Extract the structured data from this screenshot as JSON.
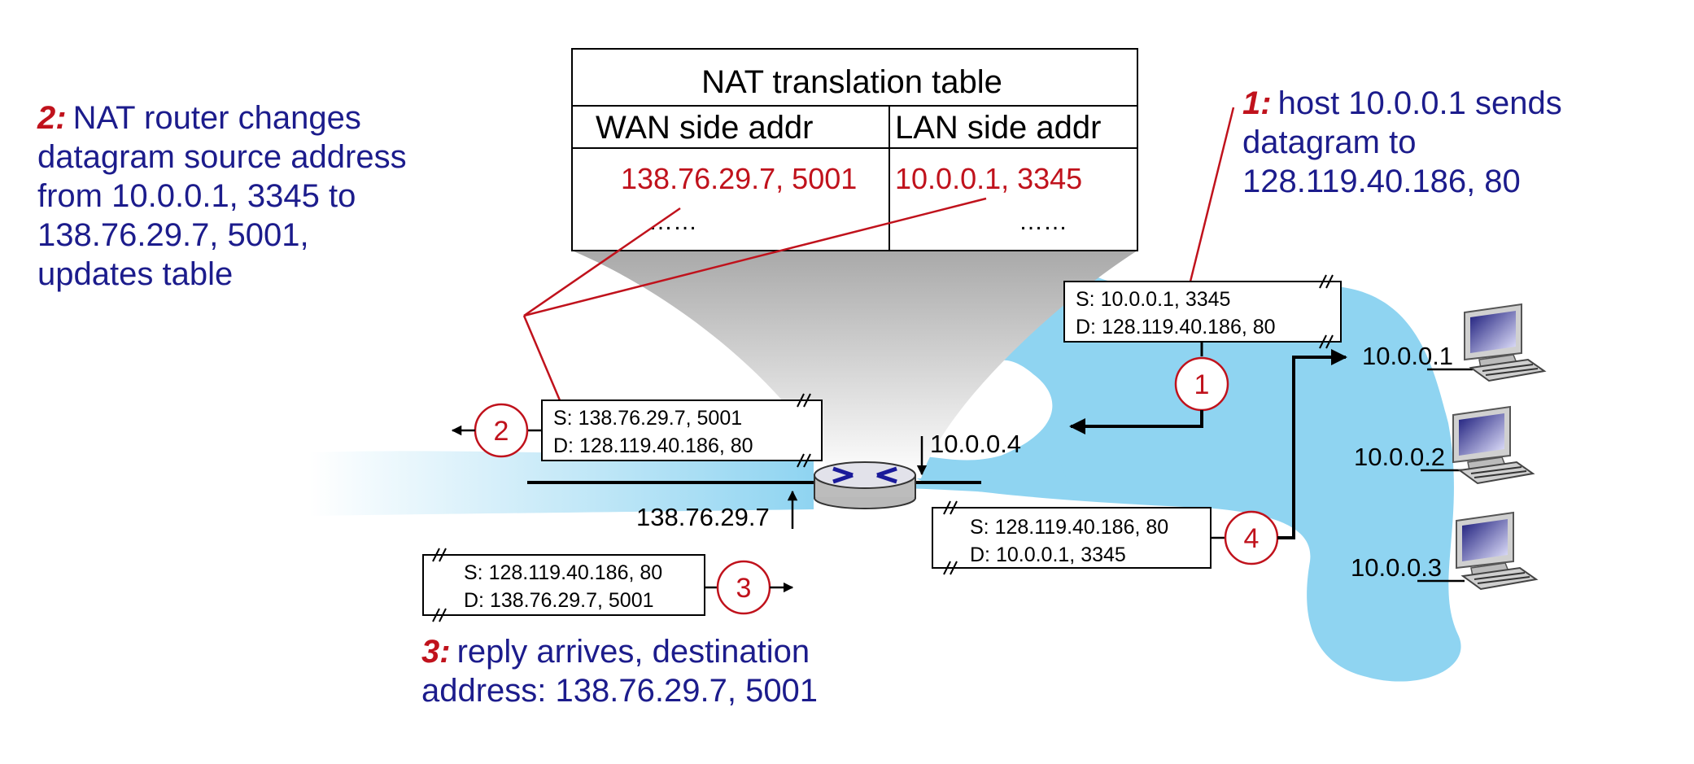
{
  "nat_table": {
    "title": "NAT translation table",
    "col_wan": "WAN side addr",
    "col_lan": "LAN side addr",
    "row_wan": "138.76.29.7, 5001",
    "row_lan": "10.0.0.1, 3345",
    "dots_wan": "……",
    "dots_lan": "……"
  },
  "notes": {
    "note1": {
      "num": "1:",
      "line1": "host 10.0.0.1 sends",
      "line2": "datagram to",
      "line3": "128.119.40.186, 80"
    },
    "note2": {
      "num": "2:",
      "line1": "NAT router changes",
      "line2": "datagram source address",
      "line3": "from 10.0.0.1, 3345 to",
      "line4": "138.76.29.7, 5001,",
      "line5": "updates table"
    },
    "note3": {
      "num": "3:",
      "line1": "reply arrives, destination",
      "line2": "address: 138.76.29.7, 5001"
    }
  },
  "packets": {
    "p1": {
      "src": "S: 10.0.0.1, 3345",
      "dst": "D: 128.119.40.186, 80"
    },
    "p2": {
      "src": "S: 138.76.29.7, 5001",
      "dst": "D: 128.119.40.186, 80"
    },
    "p3": {
      "src": "S: 128.119.40.186, 80",
      "dst": "D: 138.76.29.7, 5001"
    },
    "p4": {
      "src": "S: 128.119.40.186, 80",
      "dst": "D: 10.0.0.1, 3345"
    }
  },
  "steps": [
    "1",
    "2",
    "3",
    "4"
  ],
  "addresses": {
    "router_lan": "10.0.0.4",
    "router_wan": "138.76.29.7",
    "host1": "10.0.0.1",
    "host2": "10.0.0.2",
    "host3": "10.0.0.3"
  },
  "colors": {
    "note_blue": "#1c1c8c",
    "accent_red": "#c0121c",
    "lan_cloud": "#8fd4f1"
  },
  "icons": [
    "router-icon",
    "computer-icon"
  ]
}
